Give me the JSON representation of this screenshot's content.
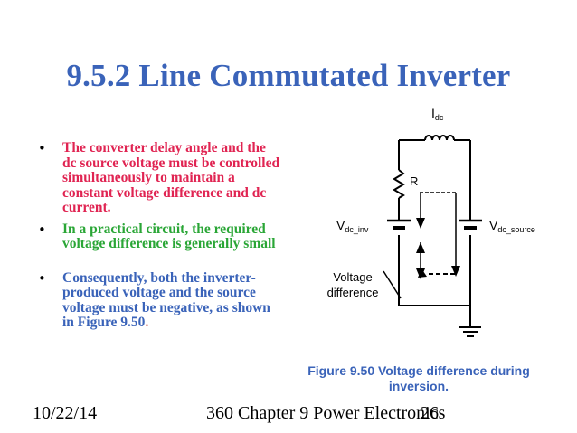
{
  "title": "9.5.2 Line Commutated Inverter",
  "bullets": [
    {
      "text": "The converter delay angle and the dc source voltage must be controlled simultaneously to maintain a constant voltage difference and dc current.",
      "color": "#e02452"
    },
    {
      "text": "In a practical circuit, the required voltage difference is generally small",
      "color": "#2aa636"
    },
    {
      "text": "Consequently, both the inverter-produced voltage and the source voltage must be negative, as shown in Figure 9.50",
      "trailing": ".",
      "color": "#3a63b9"
    }
  ],
  "bullet_symbol": "•",
  "circuit": {
    "current_label": "I",
    "current_sub": "dc",
    "resistor_label": "R",
    "v_inv_label": "V",
    "v_inv_sub": "dc_inv",
    "v_source_label": "V",
    "v_source_sub": "dc_source",
    "diff_label_1": "Voltage",
    "diff_label_2": "difference"
  },
  "figure_caption": {
    "line1": "Figure 9.50  Voltage difference during",
    "line2": "inversion."
  },
  "footer": {
    "date": "10/22/14",
    "course": "360 Chapter 9 Power Electronics",
    "page": "26"
  },
  "colors": {
    "title": "#3a63b9",
    "caption": "#3a63b9"
  }
}
